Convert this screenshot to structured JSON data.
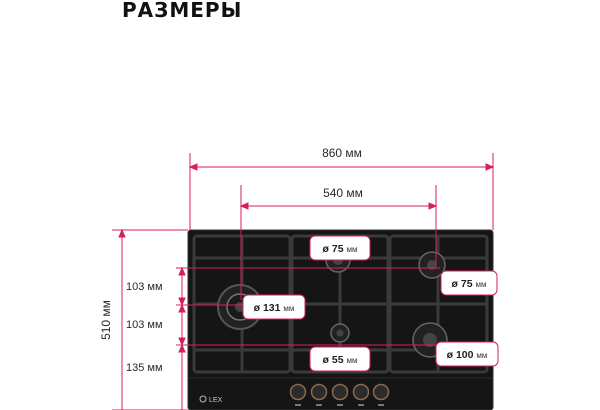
{
  "title": "РАЗМЕРЫ",
  "dimensions": {
    "width_total": "860 мм",
    "width_inner": "540 мм",
    "height_total": "510 мм",
    "row_1": "103 мм",
    "row_2": "103 мм",
    "row_3": "135 мм"
  },
  "burners": [
    {
      "symbol": "ø",
      "size": "75",
      "unit": "мм"
    },
    {
      "symbol": "ø",
      "size": "75",
      "unit": "мм"
    },
    {
      "symbol": "ø",
      "size": "131",
      "unit": "мм"
    },
    {
      "symbol": "ø",
      "size": "55",
      "unit": "мм"
    },
    {
      "symbol": "ø",
      "size": "100",
      "unit": "мм"
    }
  ],
  "brand": "LEX",
  "colors": {
    "dimension_line": "#d6205a",
    "hob_glass": "#151515",
    "label_border": "#d6205a"
  },
  "knob_count": 5
}
